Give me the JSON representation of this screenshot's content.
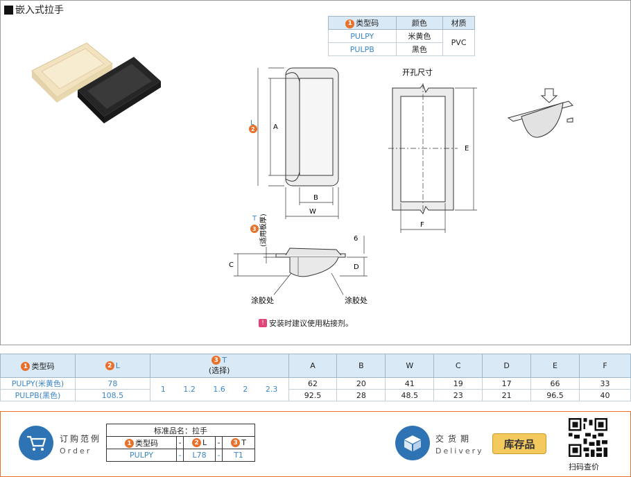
{
  "title": "嵌入式拉手",
  "color_table": {
    "headers": [
      "类型码",
      "颜色",
      "材质"
    ],
    "header_num": "1",
    "rows": [
      {
        "code": "PULPY",
        "color": "米黄色"
      },
      {
        "code": "PULPB",
        "color": "黑色"
      }
    ],
    "material": "PVC"
  },
  "drawing": {
    "dim_A": "A",
    "dim_B": "B",
    "dim_W": "W",
    "dim_C": "C",
    "dim_D": "D",
    "dim_E": "E",
    "dim_F": "F",
    "dim_6": "6",
    "L_num": "2",
    "L_label": "L",
    "T_num": "3",
    "T_label": "T",
    "T_note": "(适用板厚)",
    "hole_title": "开孔尺寸",
    "glue_left": "涂胶处",
    "glue_right": "涂胶处"
  },
  "note": "安装时建议使用粘接剂。",
  "spec_table": {
    "h_type": "类型码",
    "h_type_num": "1",
    "h_L": "L",
    "h_L_num": "2",
    "h_T": "T",
    "h_T_num": "3",
    "h_T_sub": "(选择)",
    "h_cols": [
      "A",
      "B",
      "W",
      "C",
      "D",
      "E",
      "F"
    ],
    "rows": [
      {
        "type": "PULPY(米黄色)",
        "L": "78",
        "A": "62",
        "B": "20",
        "W": "41",
        "C": "19",
        "D": "17",
        "E": "66",
        "F": "33"
      },
      {
        "type": "PULPB(黑色)",
        "L": "108.5",
        "A": "92.5",
        "B": "28",
        "W": "48.5",
        "C": "23",
        "D": "21",
        "E": "96.5",
        "F": "40"
      }
    ],
    "T_values": "1 1.2 1.6 2 2.3"
  },
  "order": {
    "label_cn": "订购范例",
    "label_en": "Order",
    "std_name": "标准品名：拉手",
    "cols": [
      "类型码",
      "-",
      "L",
      "-",
      "T"
    ],
    "col_nums": [
      "1",
      "",
      "2",
      "",
      "3"
    ],
    "example": [
      "PULPY",
      "-",
      "L78",
      "-",
      "T1"
    ]
  },
  "delivery": {
    "label_cn": "交货期",
    "label_en": "Delivery",
    "badge": "库存品"
  },
  "qr_label": "扫码查价"
}
